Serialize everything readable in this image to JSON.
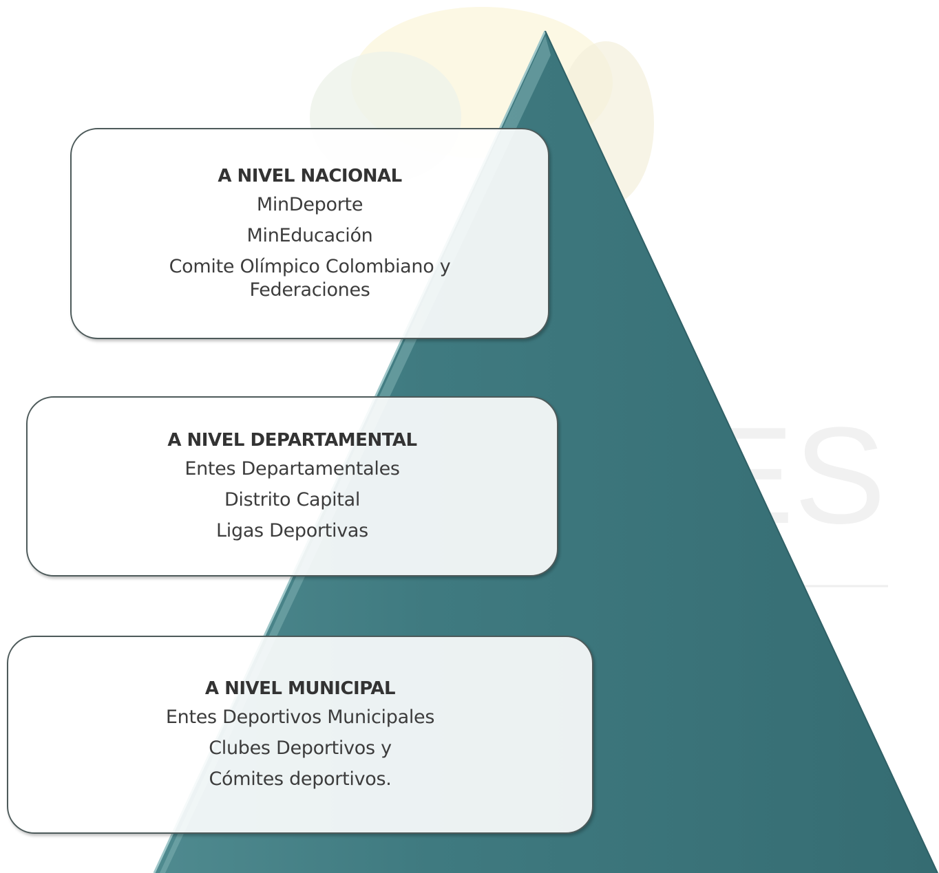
{
  "colors": {
    "pyramid_fill": "#3f7a80",
    "pyramid_highlight": "#6fa6aa",
    "pyramid_edge": "#9fc7c9",
    "box_border": "#4d5a5a",
    "text": "#3c3c3c",
    "watermark_green": "#e6efdc",
    "watermark_yellow": "#fbf6dd"
  },
  "levels": [
    {
      "title": "A NIVEL NACIONAL",
      "items": [
        "MinDeporte",
        "MinEducación",
        "Comite Olímpico Colombiano y Federaciones"
      ]
    },
    {
      "title": "A NIVEL DEPARTAMENTAL",
      "items": [
        "Entes Departamentales",
        "Distrito Capital",
        "Ligas Deportivas"
      ]
    },
    {
      "title": "A NIVEL MUNICIPAL",
      "items": [
        "Entes Deportivos Municipales",
        "Clubes Deportivos y",
        "Cómites deportivos."
      ]
    }
  ],
  "watermark_text": "ES"
}
